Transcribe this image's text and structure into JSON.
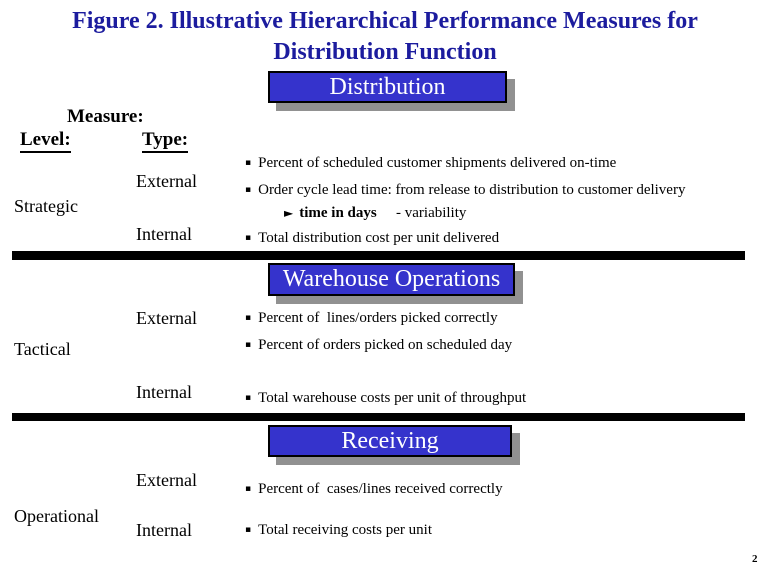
{
  "figure": {
    "title_line1": "Figure 2. Illustrative Hierarchical Performance Measures for",
    "title_line2": "Distribution Function",
    "page_number": "2"
  },
  "headers": {
    "measure": "Measure:",
    "level": "Level:",
    "type": "Type:"
  },
  "icons": {
    "bullet_square": "▪",
    "sub_arrow": "►"
  },
  "colors": {
    "title_blue": "#1c1c9e",
    "banner_fill": "#3533cc",
    "banner_border": "#000000",
    "banner_shadow": "#919191",
    "banner_text": "#ffffff",
    "divider": "#000000",
    "background": "#ffffff",
    "body_text": "#000000"
  },
  "sections": [
    {
      "banner": "Distribution",
      "level": "Strategic",
      "external_label": "External",
      "internal_label": "Internal",
      "external_bullets": [
        "Percent of scheduled customer shipments delivered on-time",
        "Order cycle lead time: from release to distribution to customer delivery"
      ],
      "sub_bullet": {
        "text": "time in days",
        "note": "- variability"
      },
      "internal_bullets": [
        "Total distribution cost per unit delivered"
      ]
    },
    {
      "banner": "Warehouse Operations",
      "level": "Tactical",
      "external_label": "External",
      "internal_label": "Internal",
      "external_bullets": [
        "Percent of  lines/orders picked correctly",
        "Percent of orders picked on scheduled day"
      ],
      "internal_bullets": [
        "Total warehouse costs per unit of throughput"
      ]
    },
    {
      "banner": "Receiving",
      "level": "Operational",
      "external_label": "External",
      "internal_label": "Internal",
      "external_bullets": [
        "Percent of  cases/lines received correctly"
      ],
      "internal_bullets": [
        "Total receiving costs per unit"
      ]
    }
  ]
}
